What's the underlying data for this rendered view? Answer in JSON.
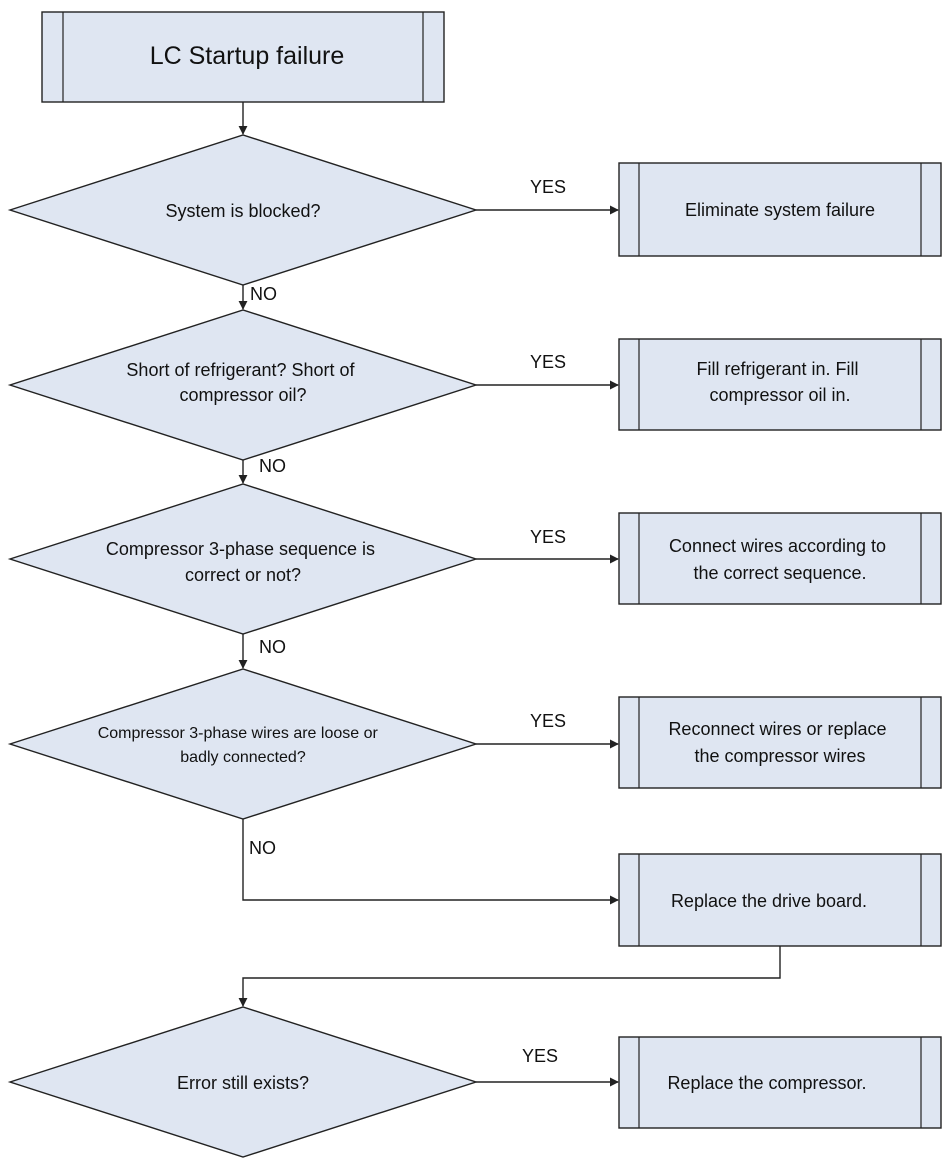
{
  "colors": {
    "shape_fill": "#dfe6f2",
    "stroke": "#222222",
    "background": "#ffffff"
  },
  "start": {
    "label": "LC  Startup failure"
  },
  "decisions": [
    {
      "lines": [
        "System is blocked?"
      ]
    },
    {
      "lines": [
        "Short of refrigerant? Short of",
        "compressor oil?"
      ]
    },
    {
      "lines": [
        "Compressor 3-phase sequence is",
        "correct or not?"
      ]
    },
    {
      "lines": [
        "Compressor 3-phase wires are loose or",
        "badly connected?"
      ]
    },
    {
      "lines": [
        "Error still exists?"
      ]
    }
  ],
  "actions": [
    {
      "lines": [
        "Eliminate system failure"
      ]
    },
    {
      "lines": [
        "Fill refrigerant in. Fill",
        "compressor oil in."
      ]
    },
    {
      "lines": [
        "Connect wires according to",
        "the correct sequence."
      ]
    },
    {
      "lines": [
        "Reconnect wires or replace",
        "the compressor wires"
      ]
    },
    {
      "lines": [
        "Replace the drive board."
      ]
    },
    {
      "lines": [
        "Replace the compressor."
      ]
    }
  ],
  "labels": {
    "yes": "YES",
    "no": "NO"
  }
}
